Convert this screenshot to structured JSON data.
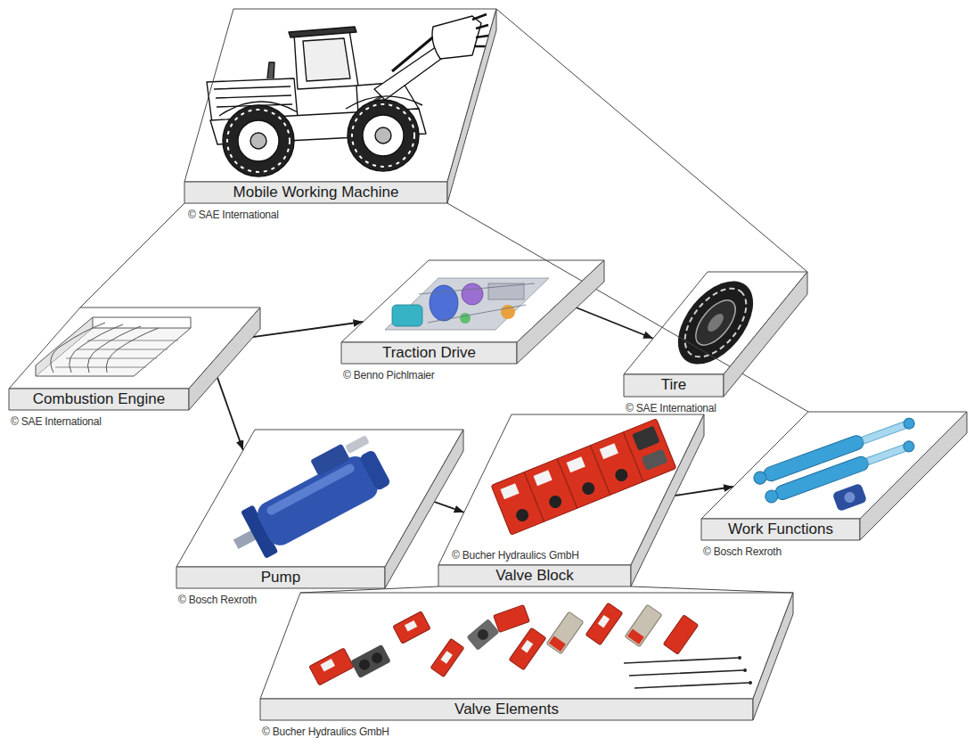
{
  "diagram": {
    "nodes": [
      {
        "text": [
          "Mobile Working Machine"
        ]
      },
      {
        "text": [
          "Combustion Engine"
        ]
      },
      {
        "text": [
          "Traction Drive"
        ]
      },
      {
        "text": [
          "Tire"
        ]
      },
      {
        "text": [
          "Pump"
        ]
      },
      {
        "text": [
          "Valve Block"
        ]
      },
      {
        "text": [
          "Work Functions"
        ]
      },
      {
        "text": [
          "Valve Elements"
        ]
      }
    ],
    "edges": [
      {
        "from": 1,
        "to": 2,
        "arrow": "to"
      },
      {
        "from": 2,
        "to": 3,
        "arrow": "to"
      },
      {
        "from": 1,
        "to": 4,
        "arrow": "to"
      },
      {
        "from": 4,
        "to": 5,
        "arrow": "to"
      },
      {
        "from": 5,
        "to": 6,
        "arrow": "to"
      },
      {
        "from": 0,
        "to": 1,
        "arrow": "none"
      },
      {
        "from": 0,
        "to": 3,
        "arrow": "none"
      },
      {
        "from": 0,
        "to": 6,
        "arrow": "none"
      },
      {
        "from": 5,
        "to": 7,
        "arrow": "none"
      }
    ],
    "labels": [
      "© SAE International",
      "© SAE International",
      "© Benno Pichlmaier",
      "© SAE International",
      "© Bosch Rexroth",
      "© Bucher Hydraulics GmbH",
      "© Bosch Rexroth",
      "© Bucher Hydraulics GmbH"
    ]
  }
}
